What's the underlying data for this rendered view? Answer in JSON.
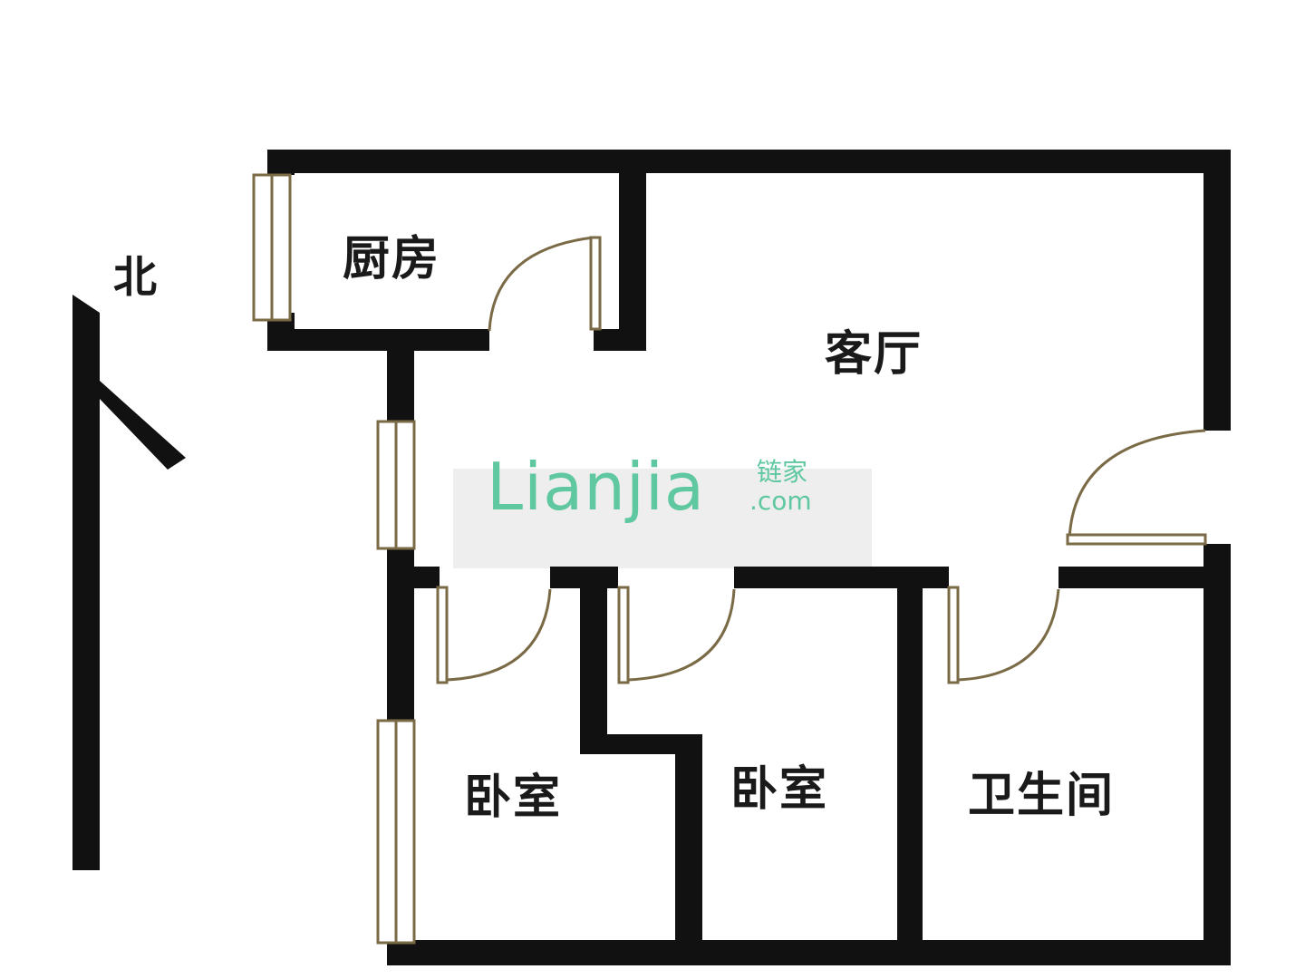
{
  "north": {
    "label": "北"
  },
  "rooms": {
    "kitchen": "厨房",
    "living": "客厅",
    "bedroom_1": "卧室",
    "bedroom_2": "卧室",
    "bathroom": "卫生间"
  },
  "watermark": {
    "brand": "Lianjia",
    "cn": "链家",
    "domain": ".com"
  },
  "colors": {
    "wall": "#111111",
    "door": "#7a6a45",
    "watermark": "#5fc8a0",
    "watermark_bg": "#eeeeee"
  }
}
